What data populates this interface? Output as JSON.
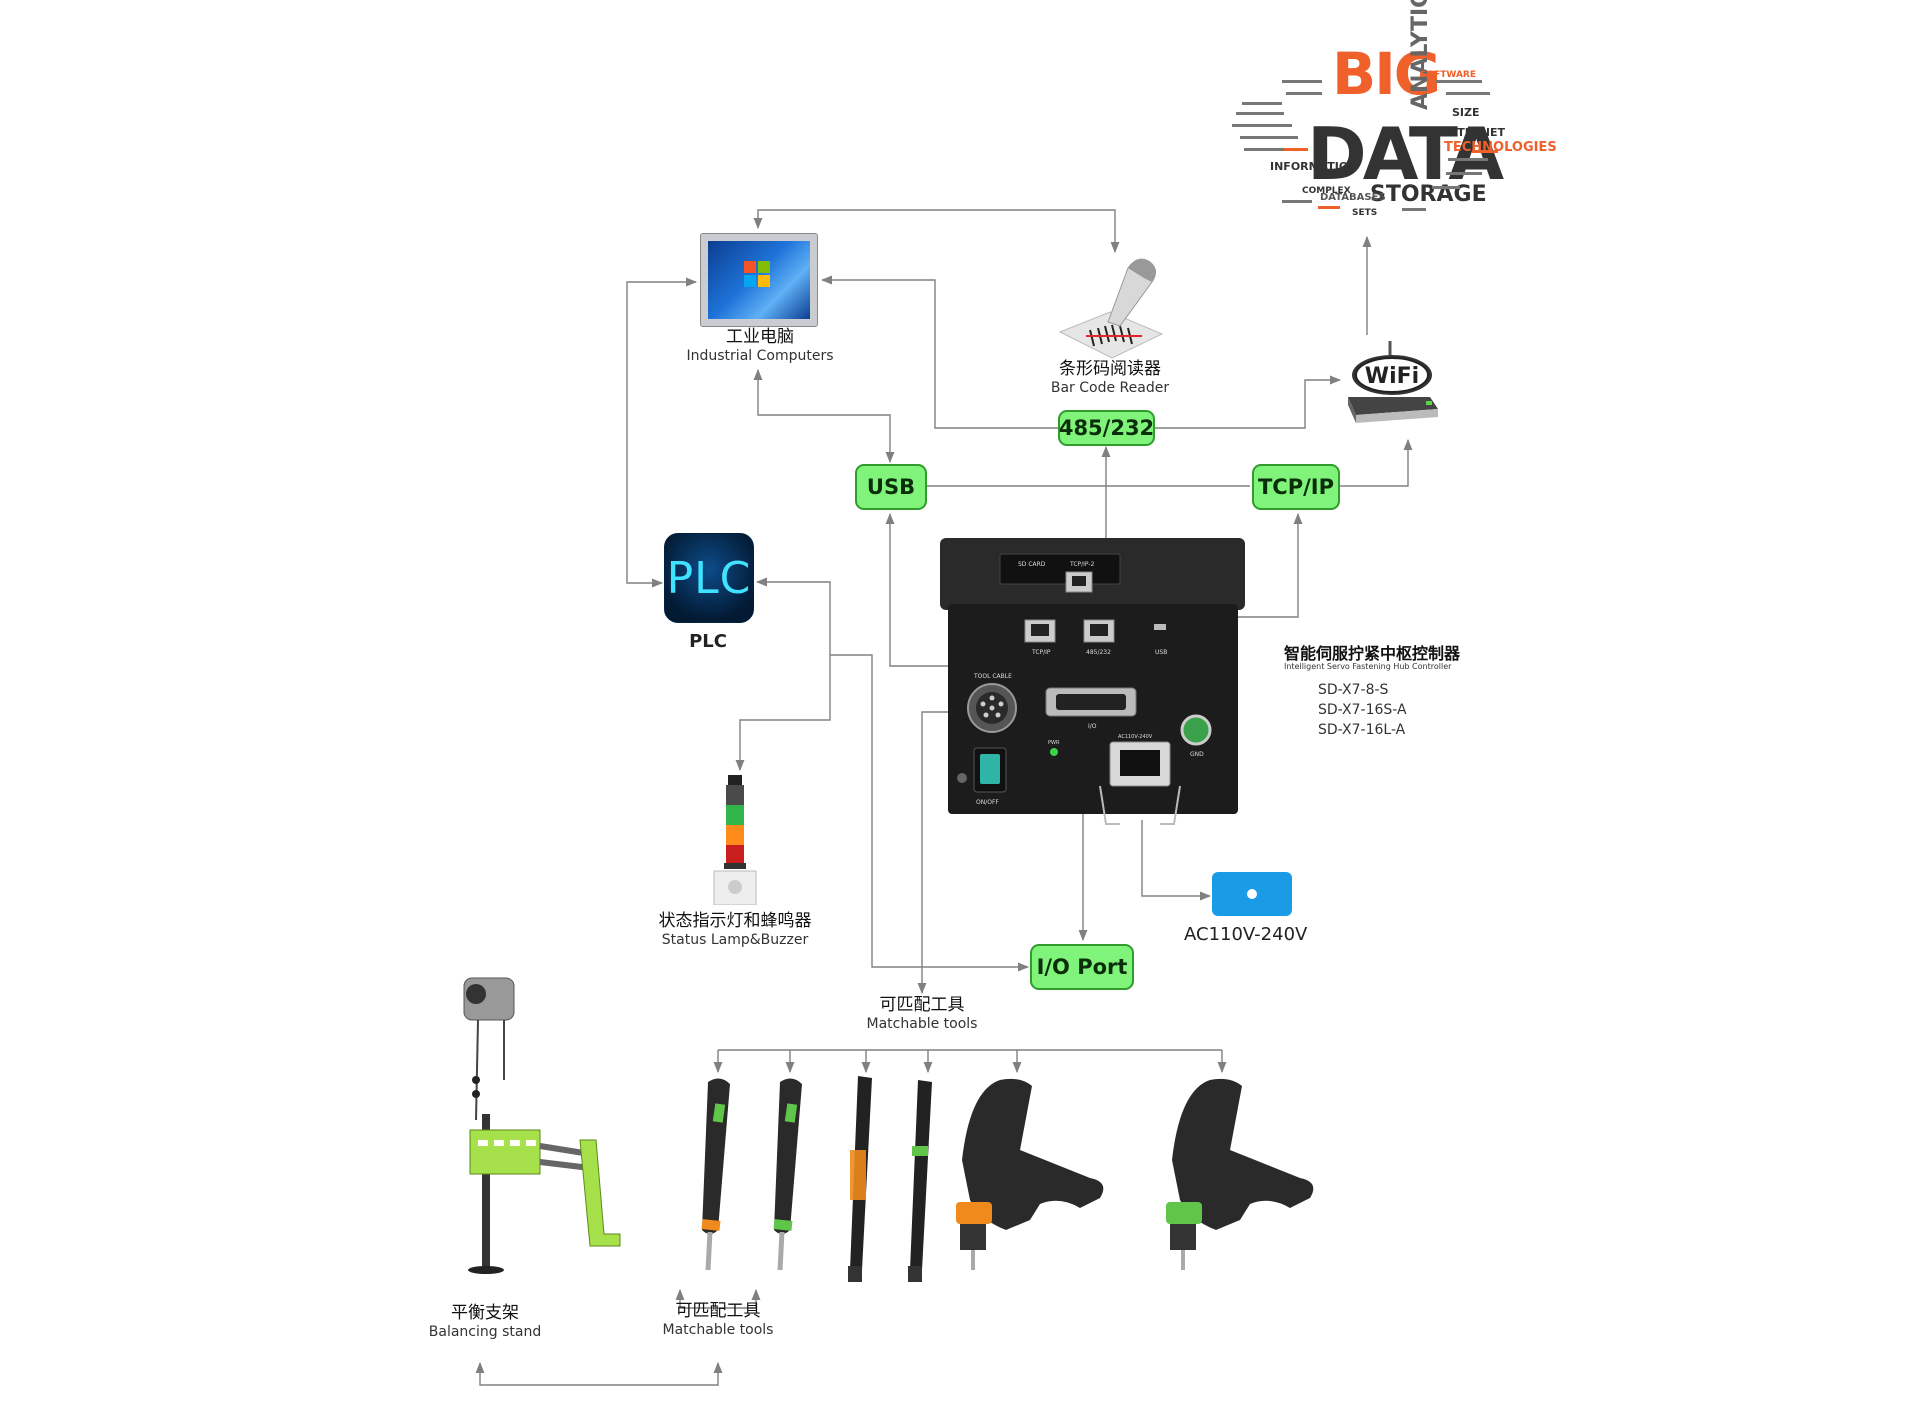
{
  "cloud": {
    "big": "BIG",
    "data": "DATA",
    "storage": "STORAGE",
    "analytics": "ANALYTICS",
    "technologies": "TECHNOLOGIES",
    "information": "INFORMATION",
    "databases": "DATABASES",
    "internet": "INTERNET",
    "software": "SOFTWARE",
    "complex": "COMPLEX",
    "size": "SIZE",
    "sets": "SETS"
  },
  "nodes": {
    "computer": {
      "cn": "工业电脑",
      "en": "Industrial Computers"
    },
    "barcode": {
      "cn": "条形码阅读器",
      "en": "Bar Code Reader"
    },
    "plc": {
      "icon_text": "PLC",
      "label": "PLC"
    },
    "lamp": {
      "cn": "状态指示灯和蜂鸣器",
      "en": "Status Lamp&Buzzer"
    },
    "controller": {
      "cn": "智能伺服拧紧中枢控制器",
      "en": "Intelligent Servo Fastening Hub Controller",
      "models": [
        "SD-X7-8-S",
        "SD-X7-16S-A",
        "SD-X7-16L-A"
      ],
      "ports": {
        "sd": "SD CARD",
        "tcp2": "TCP/IP-2",
        "tcp": "TCP/IP",
        "r485": "485/232",
        "usb": "USB",
        "tool": "TOOL CABLE",
        "io": "I/O",
        "pwr": "PWR",
        "onoff": "ON/OFF",
        "gnd": "GND",
        "ac": "AC110V-240V"
      }
    },
    "power": {
      "label": "AC110V-240V"
    },
    "tools_top": {
      "cn": "可匹配工具",
      "en": "Matchable tools"
    },
    "tools_bottom": {
      "cn": "可匹配工具",
      "en": "Matchable tools"
    },
    "stand": {
      "cn": "平衡支架",
      "en": "Balancing stand"
    }
  },
  "buttons": {
    "r485": "485/232",
    "usb": "USB",
    "tcp": "TCP/IP",
    "io": "I/O Port"
  },
  "wifi": {
    "label": "WiFi"
  },
  "colors": {
    "button_fill": "#7ff37a",
    "button_border": "#2f9c2c",
    "arrow": "#808080",
    "tool_green": "#5fc64a",
    "tool_orange": "#f08a1c",
    "stand_green": "#a6e04a"
  }
}
